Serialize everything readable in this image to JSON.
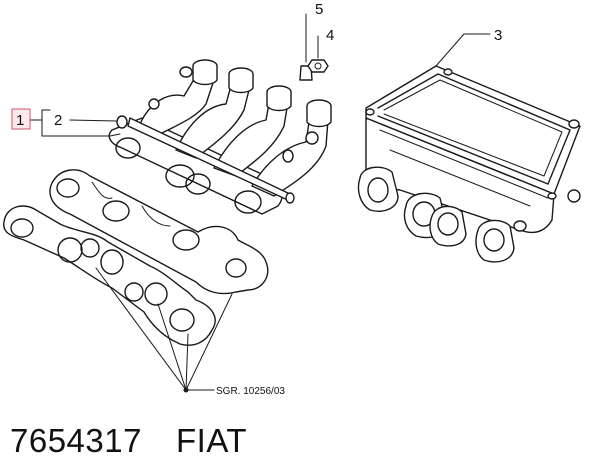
{
  "callouts": {
    "c1": "1",
    "c2": "2",
    "c3": "3",
    "c4": "4",
    "c5": "5"
  },
  "reference_code": "SGR. 10256/03",
  "part_number": "7654317",
  "brand": "FIAT",
  "colors": {
    "highlight_fill": "#fde9ec",
    "highlight_stroke": "#d2526a",
    "line": "#1a1a1a"
  }
}
